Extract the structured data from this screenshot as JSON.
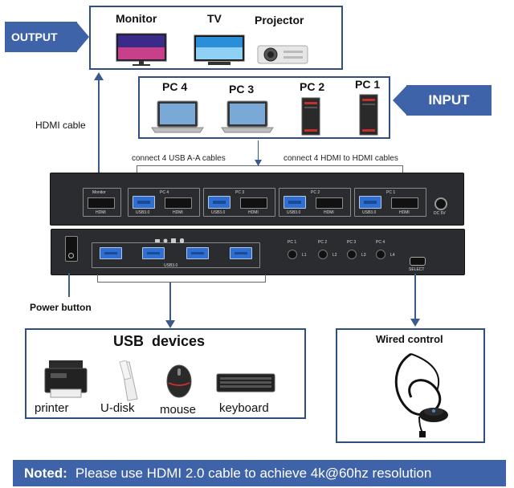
{
  "output_tag": "OUTPUT",
  "input_tag": "INPUT",
  "outputs": [
    "Monitor",
    "TV",
    "Projector"
  ],
  "inputs": [
    "PC 4",
    "PC 3",
    "PC 2",
    "PC 1"
  ],
  "hdmi_cable": "HDMI cable",
  "connect_usb": "connect 4 USB A-A cables",
  "connect_hdmi": "connect 4 HDMI to HDMI cables",
  "rear_panel": {
    "monitor_label": "Monitor",
    "hdmi_label": "HDMI",
    "usb_label": "USB3.0",
    "pc_labels": [
      "PC 4",
      "PC 3",
      "PC 2",
      "PC 1"
    ],
    "dc_label": "DC 5V"
  },
  "front_panel": {
    "usb_label": "USB3.0",
    "pc_labels": [
      "PC 1",
      "PC 2",
      "PC 3",
      "PC 4"
    ],
    "led_labels": [
      "L1",
      "L2",
      "L3",
      "L4"
    ],
    "select_label": "SELECT"
  },
  "power_button": "Power button",
  "usb_devices_title": "USB  devices",
  "usb_devices": [
    "printer",
    "U-disk",
    "mouse",
    "keyboard"
  ],
  "wired_control": "Wired control",
  "noted_label": "Noted:",
  "noted_text": "Please use HDMI 2.0 cable to achieve 4k@60hz resolution"
}
